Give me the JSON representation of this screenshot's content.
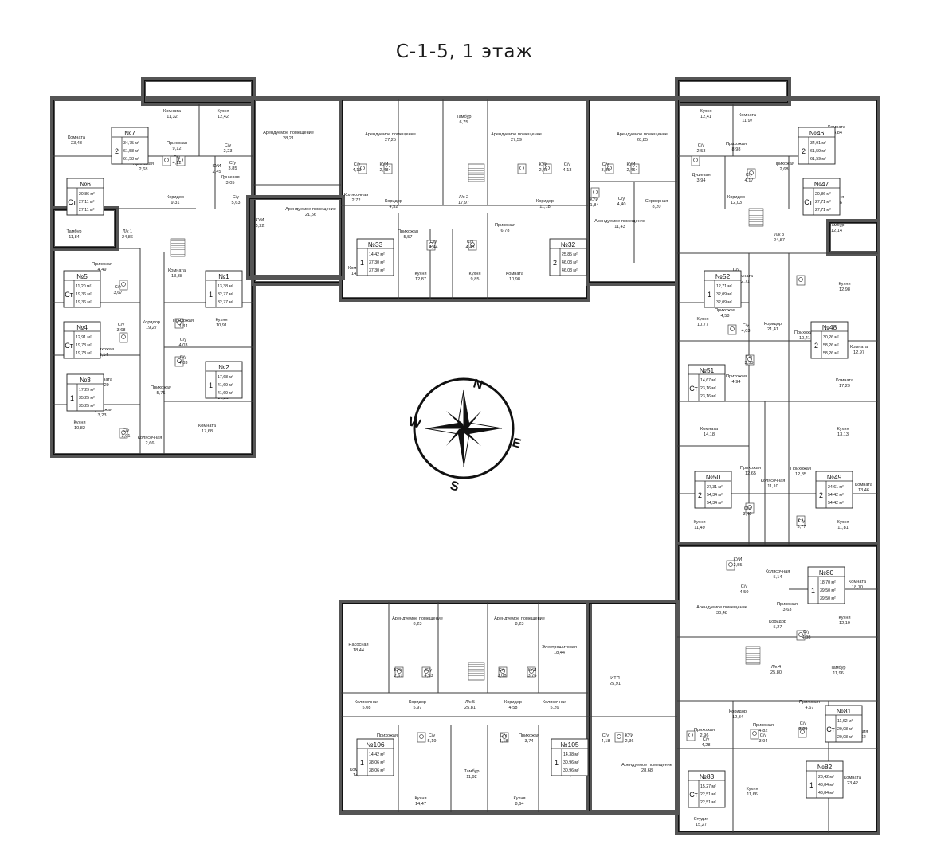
{
  "title": "С-1-5, 1 этаж",
  "compass": {
    "n": "N",
    "e": "E",
    "s": "S",
    "w": "W"
  },
  "rooms": [
    {
      "id": "r1",
      "name": "Комната",
      "area": "23,43"
    },
    {
      "id": "r2",
      "name": "Комната",
      "area": "11,32"
    },
    {
      "id": "r3",
      "name": "Кухня",
      "area": "12,42"
    },
    {
      "id": "r4",
      "name": "Прихожая",
      "area": "9,12"
    },
    {
      "id": "r5",
      "name": "С/у",
      "area": "2,23"
    },
    {
      "id": "r6",
      "name": "С/у",
      "area": "4,12"
    },
    {
      "id": "r7",
      "name": "Прихожая",
      "area": "2,68"
    },
    {
      "id": "r8",
      "name": "Студия",
      "area": "20,86"
    },
    {
      "id": "r9",
      "name": "Коридор",
      "area": "9,31"
    },
    {
      "id": "r10",
      "name": "Душевая",
      "area": "3,05"
    },
    {
      "id": "r11",
      "name": "С/у",
      "area": "5,63"
    },
    {
      "id": "r12",
      "name": "Тамбур",
      "area": "11,84"
    },
    {
      "id": "r13",
      "name": "Л/к 1",
      "area": "24,86"
    },
    {
      "id": "r14",
      "name": "Арендуемое помещение",
      "area": "28,21"
    },
    {
      "id": "r15",
      "name": "С/у",
      "area": "3,85"
    },
    {
      "id": "r16",
      "name": "КУИ",
      "area": "2,45"
    },
    {
      "id": "r17",
      "name": "КУИ",
      "area": "5,22"
    },
    {
      "id": "r18",
      "name": "Арендуемое помещение",
      "area": "21,56"
    },
    {
      "id": "r19",
      "name": "Арендуемое помещение",
      "area": "27,25"
    },
    {
      "id": "r20",
      "name": "С/у",
      "area": "4,13"
    },
    {
      "id": "r21",
      "name": "КУИ",
      "area": "2,43"
    },
    {
      "id": "r22",
      "name": "Колясочная",
      "area": "2,72"
    },
    {
      "id": "r23",
      "name": "Коридор",
      "area": "4,52"
    },
    {
      "id": "r24",
      "name": "Тамбур",
      "area": "6,75"
    },
    {
      "id": "r25",
      "name": "Л/к 2",
      "area": "17,97"
    },
    {
      "id": "r26",
      "name": "Арендуемое помещение",
      "area": "27,59"
    },
    {
      "id": "r27",
      "name": "КУИ",
      "area": "2,43"
    },
    {
      "id": "r28",
      "name": "С/у",
      "area": "4,13"
    },
    {
      "id": "r29",
      "name": "Коридор",
      "area": "11,18"
    },
    {
      "id": "r30",
      "name": "Арендуемое помещение",
      "area": "28,85"
    },
    {
      "id": "r31",
      "name": "С/у",
      "area": "3,85"
    },
    {
      "id": "r32",
      "name": "КУИ",
      "area": "2,46"
    },
    {
      "id": "r33",
      "name": "С/у",
      "area": "4,40"
    },
    {
      "id": "r34",
      "name": "КУИ",
      "area": "1,84"
    },
    {
      "id": "r35",
      "name": "Арендуемое помещение",
      "area": "11,43"
    },
    {
      "id": "r36",
      "name": "Серверная",
      "area": "8,20"
    },
    {
      "id": "r37",
      "name": "Кухня",
      "area": "12,41"
    },
    {
      "id": "r38",
      "name": "Комната",
      "area": "11,97"
    },
    {
      "id": "r39",
      "name": "Комната",
      "area": "23,84"
    },
    {
      "id": "r40",
      "name": "Прихожая",
      "area": "8,98"
    },
    {
      "id": "r41",
      "name": "С/у",
      "area": "2,53"
    },
    {
      "id": "r42",
      "name": "Душевая",
      "area": "3,94"
    },
    {
      "id": "r43",
      "name": "С/у",
      "area": "4,17"
    },
    {
      "id": "r44",
      "name": "Прихожая",
      "area": "2,68"
    },
    {
      "id": "r45",
      "name": "Коридор",
      "area": "12,03"
    },
    {
      "id": "r46",
      "name": "Студия",
      "area": "20,86"
    },
    {
      "id": "r47",
      "name": "Л/к 3",
      "area": "24,87"
    },
    {
      "id": "r48",
      "name": "Тамбур",
      "area": "12,14"
    },
    {
      "id": "r49",
      "name": "Прихожая",
      "area": "5,57"
    },
    {
      "id": "r50",
      "name": "С/у",
      "area": "4,44"
    },
    {
      "id": "r51",
      "name": "С/у",
      "area": "4,43"
    },
    {
      "id": "r52",
      "name": "Прихожая",
      "area": "6,78"
    },
    {
      "id": "r53",
      "name": "Комната",
      "area": "14,41"
    },
    {
      "id": "r54",
      "name": "Кухня",
      "area": "12,87"
    },
    {
      "id": "r55",
      "name": "Кухня",
      "area": "9,85"
    },
    {
      "id": "r56",
      "name": "Комната",
      "area": "10,98"
    },
    {
      "id": "r57",
      "name": "Комната",
      "area": "14,87"
    },
    {
      "id": "r58",
      "name": "Прихожая",
      "area": "4,49"
    },
    {
      "id": "r59",
      "name": "С/у",
      "area": "3,67"
    },
    {
      "id": "r60",
      "name": "Студия",
      "area": "11,20"
    },
    {
      "id": "r61",
      "name": "Комната",
      "area": "13,38"
    },
    {
      "id": "r62",
      "name": "Прихожая",
      "area": "4,44"
    },
    {
      "id": "r63",
      "name": "С/у",
      "area": "3,68"
    },
    {
      "id": "r64",
      "name": "Коридор",
      "area": "19,27"
    },
    {
      "id": "r65",
      "name": "С/у",
      "area": "4,03"
    },
    {
      "id": "r66",
      "name": "Кухня",
      "area": "10,91"
    },
    {
      "id": "r67",
      "name": "Студия",
      "area": "12,91"
    },
    {
      "id": "r68",
      "name": "Прихожая",
      "area": "3,14"
    },
    {
      "id": "r69",
      "name": "С/у",
      "area": "4,03"
    },
    {
      "id": "r70",
      "name": "Комната",
      "area": "11,29"
    },
    {
      "id": "r71",
      "name": "Прихожая",
      "area": "5,75"
    },
    {
      "id": "r72",
      "name": "Кухня",
      "area": "14,23"
    },
    {
      "id": "r73",
      "name": "Прихожая",
      "area": "3,23"
    },
    {
      "id": "r74",
      "name": "Кухня",
      "area": "10,82"
    },
    {
      "id": "r75",
      "name": "С/у",
      "area": "3,91"
    },
    {
      "id": "r76",
      "name": "Колясочная",
      "area": "2,66"
    },
    {
      "id": "r77",
      "name": "Комната",
      "area": "17,68"
    },
    {
      "id": "r78",
      "name": "Комната",
      "area": "12,71"
    },
    {
      "id": "r79",
      "name": "С/у",
      "area": "4,04"
    },
    {
      "id": "r80",
      "name": "Кухня",
      "area": "12,98"
    },
    {
      "id": "r81",
      "name": "Прихожая",
      "area": "4,58"
    },
    {
      "id": "r82",
      "name": "Кухня",
      "area": "10,77"
    },
    {
      "id": "r83",
      "name": "С/у",
      "area": "4,03"
    },
    {
      "id": "r84",
      "name": "Коридор",
      "area": "21,41"
    },
    {
      "id": "r85",
      "name": "Прихожая",
      "area": "10,41"
    },
    {
      "id": "r86",
      "name": "Комната",
      "area": "12,97"
    },
    {
      "id": "r87",
      "name": "С/у",
      "area": "3,55"
    },
    {
      "id": "r88",
      "name": "Прихожая",
      "area": "4,94"
    },
    {
      "id": "r89",
      "name": "Студия",
      "area": "14,67"
    },
    {
      "id": "r90",
      "name": "Комната",
      "area": "17,29"
    },
    {
      "id": "r91",
      "name": "Комната",
      "area": "14,18"
    },
    {
      "id": "r92",
      "name": "Кухня",
      "area": "13,13"
    },
    {
      "id": "r93",
      "name": "Прихожая",
      "area": "12,65"
    },
    {
      "id": "r94",
      "name": "Колясочная",
      "area": "11,10"
    },
    {
      "id": "r95",
      "name": "Прихожая",
      "area": "12,85"
    },
    {
      "id": "r96",
      "name": "Комната",
      "area": "13,13"
    },
    {
      "id": "r97",
      "name": "Комната",
      "area": "13,46"
    },
    {
      "id": "r98",
      "name": "С/у",
      "area": "3,49"
    },
    {
      "id": "r99",
      "name": "С/у",
      "area": "3,77"
    },
    {
      "id": "r100",
      "name": "Кухня",
      "area": "11,49"
    },
    {
      "id": "r101",
      "name": "Кухня",
      "area": "11,81"
    },
    {
      "id": "r102",
      "name": "КУИ",
      "area": "2,55"
    },
    {
      "id": "r103",
      "name": "С/у",
      "area": "4,50"
    },
    {
      "id": "r104",
      "name": "Колясочная",
      "area": "5,14"
    },
    {
      "id": "r105",
      "name": "Комната",
      "area": "18,70"
    },
    {
      "id": "r106",
      "name": "Арендуемое помещение",
      "area": "30,48"
    },
    {
      "id": "r107",
      "name": "Прихожая",
      "area": "3,63"
    },
    {
      "id": "r108",
      "name": "Коридор",
      "area": "5,27"
    },
    {
      "id": "r109",
      "name": "С/у",
      "area": "4,98"
    },
    {
      "id": "r110",
      "name": "Кухня",
      "area": "12,19"
    },
    {
      "id": "r111",
      "name": "Л/к 4",
      "area": "25,80"
    },
    {
      "id": "r112",
      "name": "Тамбур",
      "area": "11,96"
    },
    {
      "id": "r113",
      "name": "Насосная",
      "area": "18,44"
    },
    {
      "id": "r114",
      "name": "Арендуемое помещение",
      "area": "8,23"
    },
    {
      "id": "r115",
      "name": "КУИ",
      "area": "2,61"
    },
    {
      "id": "r116",
      "name": "С/у",
      "area": "4,93"
    },
    {
      "id": "r117",
      "name": "Арендуемое помещение",
      "area": "8,23"
    },
    {
      "id": "r118",
      "name": "С/у",
      "area": "3,08"
    },
    {
      "id": "r119",
      "name": "КУИ",
      "area": "3,76"
    },
    {
      "id": "r120",
      "name": "Электрощитовая",
      "area": "18,44"
    },
    {
      "id": "r121",
      "name": "ИТП",
      "area": "25,91"
    },
    {
      "id": "r122",
      "name": "Колясочная",
      "area": "5,08"
    },
    {
      "id": "r123",
      "name": "Коридор",
      "area": "5,97"
    },
    {
      "id": "r124",
      "name": "Л/к 5",
      "area": "25,81"
    },
    {
      "id": "r125",
      "name": "Коридор",
      "area": "4,58"
    },
    {
      "id": "r126",
      "name": "Колясочная",
      "area": "5,26"
    },
    {
      "id": "r127",
      "name": "Прихожая",
      "area": "3,98"
    },
    {
      "id": "r128",
      "name": "С/у",
      "area": "5,19"
    },
    {
      "id": "r129",
      "name": "Тамбур",
      "area": "11,92"
    },
    {
      "id": "r130",
      "name": "С/у",
      "area": "4,18"
    },
    {
      "id": "r131",
      "name": "Прихожая",
      "area": "3,74"
    },
    {
      "id": "r132",
      "name": "С/у",
      "area": "4,18"
    },
    {
      "id": "r133",
      "name": "КУИ",
      "area": "2,36"
    },
    {
      "id": "r134",
      "name": "Кухня",
      "area": "14,47"
    },
    {
      "id": "r135",
      "name": "Кухня",
      "area": "8,64"
    },
    {
      "id": "r136",
      "name": "Комната",
      "area": "14,42"
    },
    {
      "id": "r137",
      "name": "Комната",
      "area": "14,38"
    },
    {
      "id": "r138",
      "name": "Арендуемое помещение",
      "area": "28,68"
    },
    {
      "id": "r139",
      "name": "Коридор",
      "area": "12,34"
    },
    {
      "id": "r140",
      "name": "Прихожая",
      "area": "4,67"
    },
    {
      "id": "r141",
      "name": "Прихожая",
      "area": "2,96"
    },
    {
      "id": "r142",
      "name": "С/у",
      "area": "4,28"
    },
    {
      "id": "r143",
      "name": "С/у",
      "area": "3,94"
    },
    {
      "id": "r144",
      "name": "Прихожая",
      "area": "4,82"
    },
    {
      "id": "r145",
      "name": "С/у",
      "area": "3,99"
    },
    {
      "id": "r146",
      "name": "Студия",
      "area": "11,62"
    },
    {
      "id": "r147",
      "name": "Кухня",
      "area": "11,66"
    },
    {
      "id": "r148",
      "name": "Студия",
      "area": "15,27"
    },
    {
      "id": "r149",
      "name": "Комната",
      "area": "23,42"
    }
  ],
  "apartments": [
    {
      "id": "a7",
      "no": "№7",
      "type": "2",
      "a1": "34,75 м²",
      "a2": "61,58 м²",
      "a3": "61,58 м²"
    },
    {
      "id": "a6",
      "no": "№6",
      "type": "Cт",
      "a1": "20,86 м²",
      "a2": "27,11 м²",
      "a3": "27,11 м²"
    },
    {
      "id": "a5",
      "no": "№5",
      "type": "Cт",
      "a1": "11,20 м²",
      "a2": "19,36 м²",
      "a3": "19,36 м²"
    },
    {
      "id": "a4",
      "no": "№4",
      "type": "Cт",
      "a1": "12,91 м²",
      "a2": "19,73 м²",
      "a3": "19,73 м²"
    },
    {
      "id": "a3",
      "no": "№3",
      "type": "1",
      "a1": "17,29 м²",
      "a2": "35,25 м²",
      "a3": "35,25 м²"
    },
    {
      "id": "a1",
      "no": "№1",
      "type": "1",
      "a1": "13,38 м²",
      "a2": "32,77 м²",
      "a3": "32,77 м²"
    },
    {
      "id": "a2",
      "no": "№2",
      "type": "1",
      "a1": "17,68 м²",
      "a2": "41,69 м²",
      "a3": "41,69 м²"
    },
    {
      "id": "a33",
      "no": "№33",
      "type": "1",
      "a1": "14,42 м²",
      "a2": "37,30 м²",
      "a3": "37,30 м²"
    },
    {
      "id": "a32",
      "no": "№32",
      "type": "2",
      "a1": "25,85 м²",
      "a2": "46,03 м²",
      "a3": "46,03 м²"
    },
    {
      "id": "a46",
      "no": "№46",
      "type": "2",
      "a1": "34,91 м²",
      "a2": "61,59 м²",
      "a3": "61,59 м²"
    },
    {
      "id": "a47",
      "no": "№47",
      "type": "Cт",
      "a1": "20,86 м²",
      "a2": "27,71 м²",
      "a3": "27,71 м²"
    },
    {
      "id": "a52",
      "no": "№52",
      "type": "1",
      "a1": "12,71 м²",
      "a2": "32,09 м²",
      "a3": "32,09 м²"
    },
    {
      "id": "a48",
      "no": "№48",
      "type": "2",
      "a1": "30,26 м²",
      "a2": "58,26 м²",
      "a3": "58,26 м²"
    },
    {
      "id": "a51",
      "no": "№51",
      "type": "Cт",
      "a1": "14,67 м²",
      "a2": "23,16 м²",
      "a3": "23,16 м²"
    },
    {
      "id": "a50",
      "no": "№50",
      "type": "2",
      "a1": "27,31 м²",
      "a2": "54,34 м²",
      "a3": "54,34 м²"
    },
    {
      "id": "a49",
      "no": "№49",
      "type": "2",
      "a1": "24,61 м²",
      "a2": "54,42 м²",
      "a3": "54,42 м²"
    },
    {
      "id": "a80",
      "no": "№80",
      "type": "1",
      "a1": "18,70 м²",
      "a2": "39,50 м²",
      "a3": "39,50 м²"
    },
    {
      "id": "a106",
      "no": "№106",
      "type": "1",
      "a1": "14,42 м²",
      "a2": "38,06 м²",
      "a3": "38,06 м²"
    },
    {
      "id": "a105",
      "no": "№105",
      "type": "1",
      "a1": "14,38 м²",
      "a2": "30,96 м²",
      "a3": "30,96 м²"
    },
    {
      "id": "a81",
      "no": "№81",
      "type": "Cт",
      "a1": "11,62 м²",
      "a2": "20,08 м²",
      "a3": "20,08 м²"
    },
    {
      "id": "a83",
      "no": "№83",
      "type": "Cт",
      "a1": "15,27 м²",
      "a2": "22,51 м²",
      "a3": "22,51 м²"
    },
    {
      "id": "a82",
      "no": "№82",
      "type": "1",
      "a1": "23,42 м²",
      "a2": "43,84 м²",
      "a3": "43,84 м²"
    }
  ]
}
